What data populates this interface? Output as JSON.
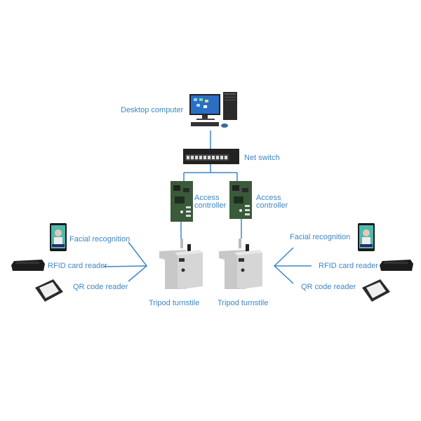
{
  "colors": {
    "label": "#3d86c6",
    "line": "#3d86c6"
  },
  "nodes": {
    "desktop": {
      "label": "Desktop computer",
      "icon": "desktop-computer-icon"
    },
    "switch": {
      "label": "Net switch",
      "icon": "network-switch-icon"
    },
    "controller_left": {
      "label": "Access controller",
      "icon": "circuit-board-icon"
    },
    "controller_right": {
      "label": "Access controller",
      "icon": "circuit-board-icon"
    },
    "turnstile_left": {
      "label": "Tripod turnstile",
      "icon": "turnstile-icon"
    },
    "turnstile_right": {
      "label": "Tripod turnstile",
      "icon": "turnstile-icon"
    },
    "left_group": {
      "facial": {
        "label": "Facial recognition",
        "icon": "face-terminal-icon"
      },
      "rfid": {
        "label": "RFID card reader",
        "icon": "rfid-reader-icon"
      },
      "qr": {
        "label": "QR code reader",
        "icon": "qr-reader-icon"
      }
    },
    "right_group": {
      "facial": {
        "label": "Facial recognition",
        "icon": "face-terminal-icon"
      },
      "rfid": {
        "label": "RFID card reader",
        "icon": "rfid-reader-icon"
      },
      "qr": {
        "label": "QR code reader",
        "icon": "qr-reader-icon"
      }
    }
  }
}
